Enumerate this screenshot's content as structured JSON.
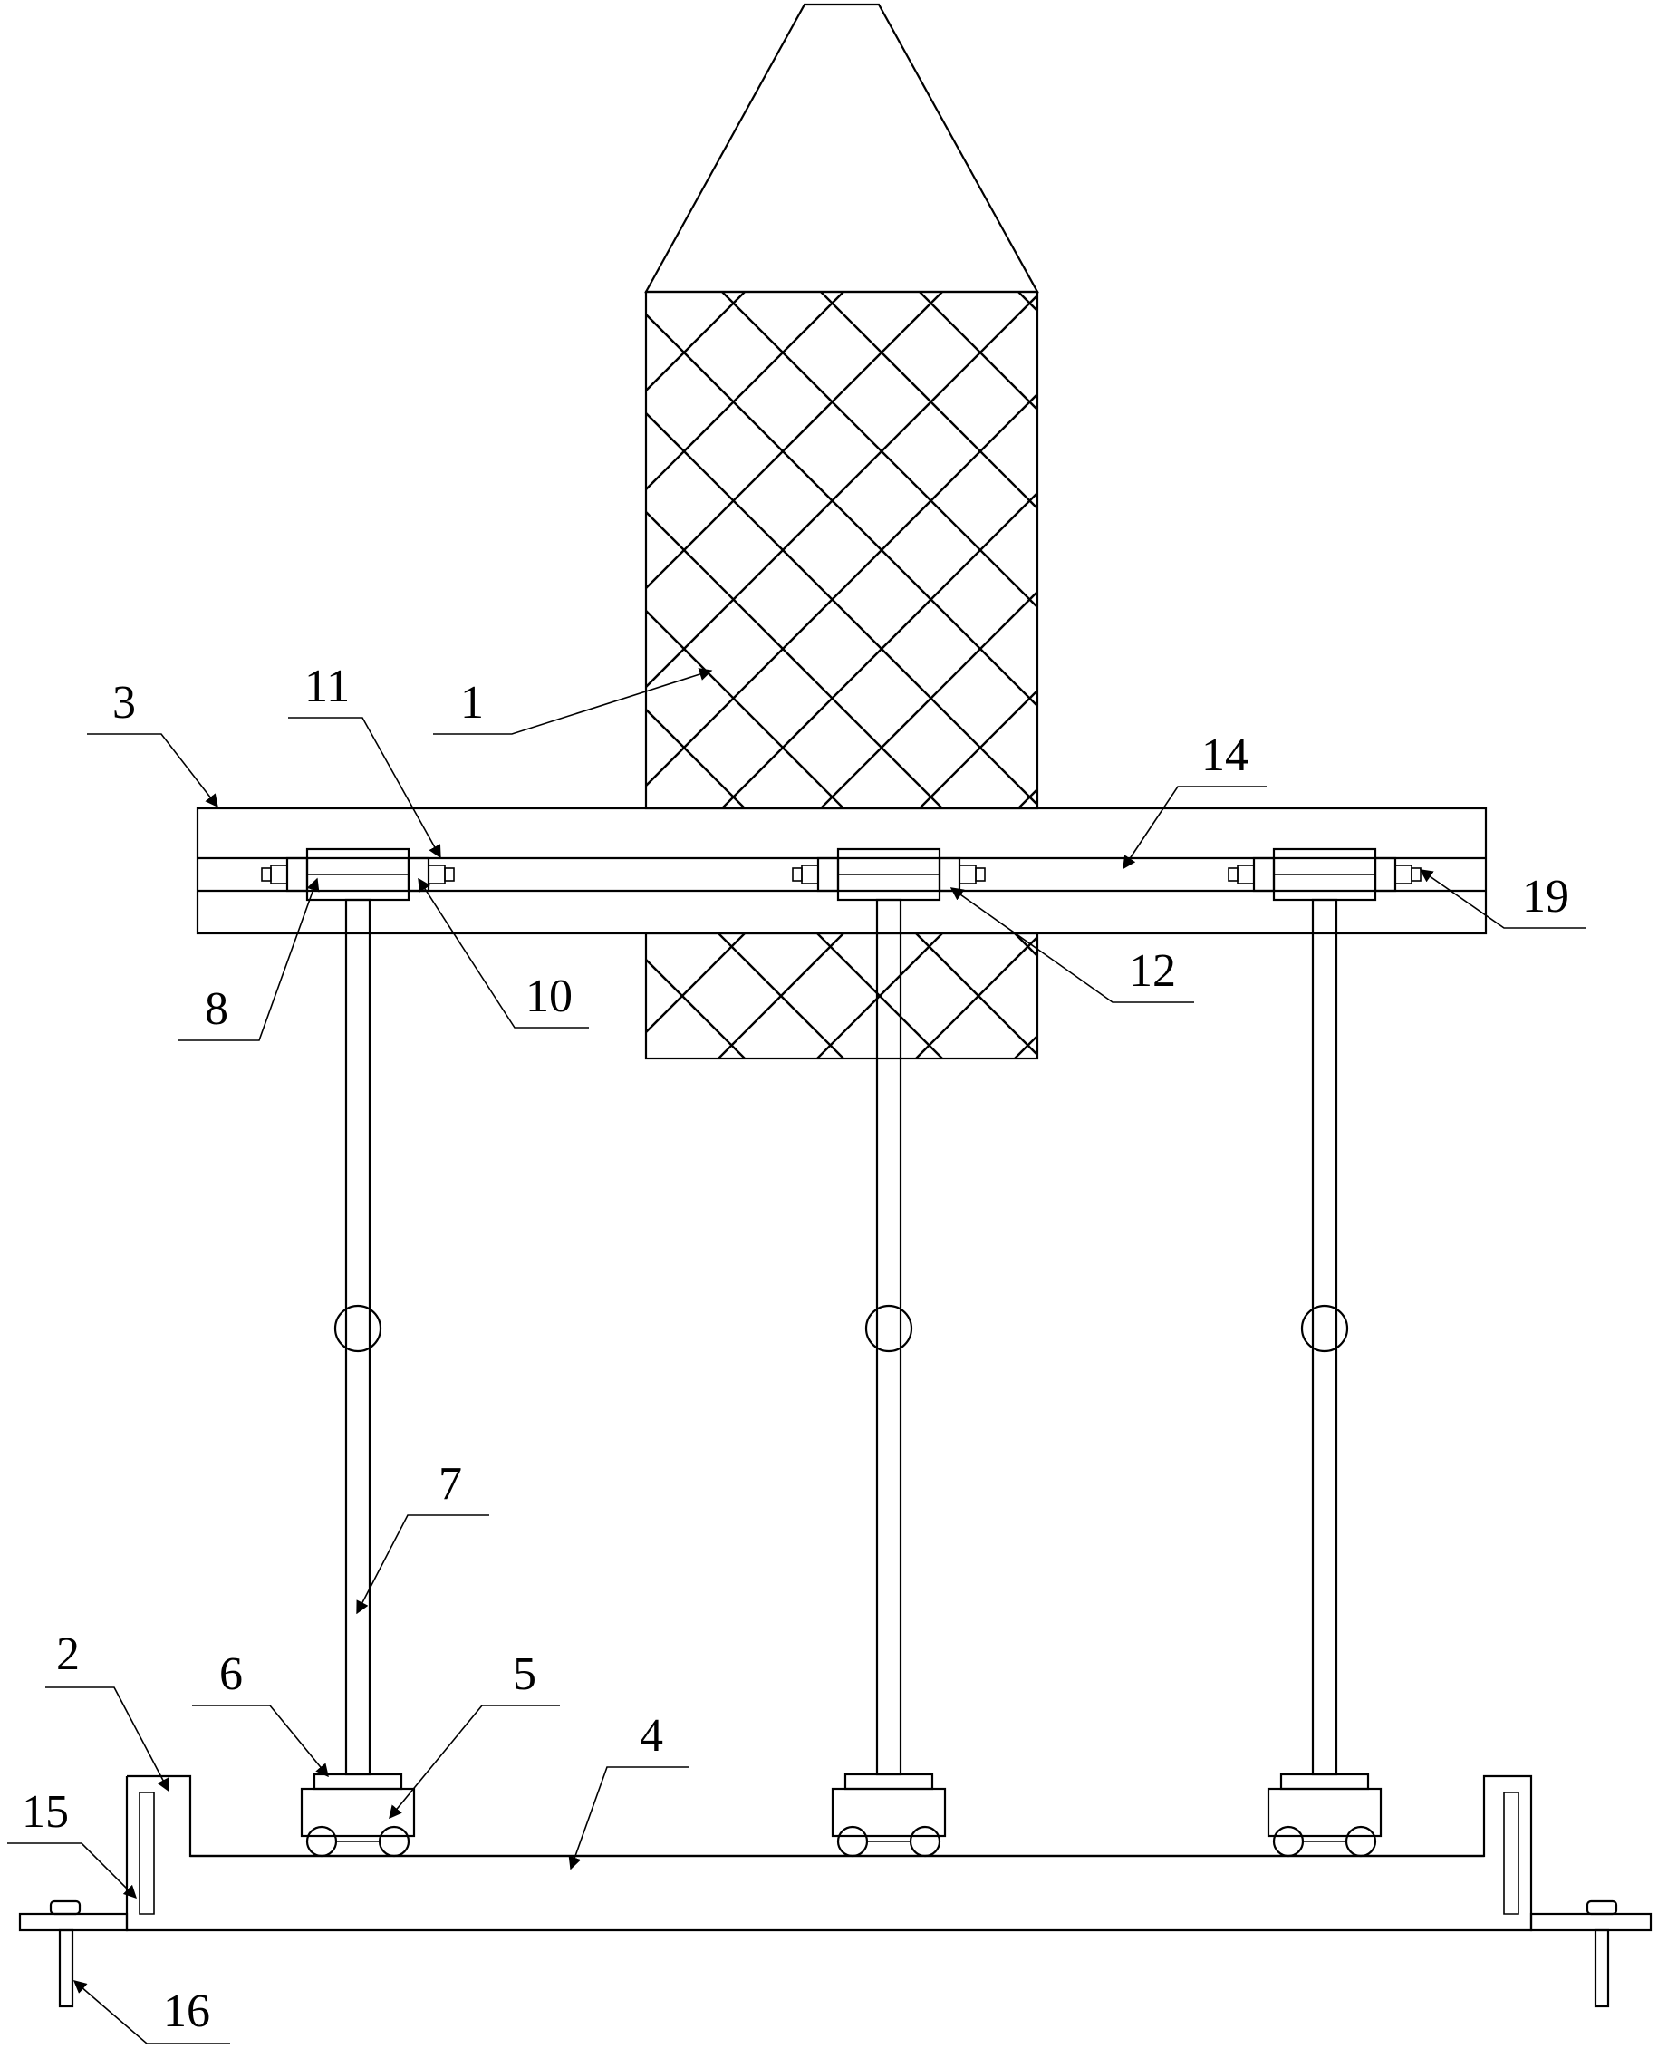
{
  "labels": {
    "n1": "1",
    "n2": "2",
    "n3": "3",
    "n4": "4",
    "n5": "5",
    "n6": "6",
    "n7": "7",
    "n8": "8",
    "n10": "10",
    "n11": "11",
    "n12": "12",
    "n14": "14",
    "n15": "15",
    "n16": "16",
    "n19": "19"
  },
  "colors": {
    "line": "#000000",
    "background": "#ffffff"
  }
}
